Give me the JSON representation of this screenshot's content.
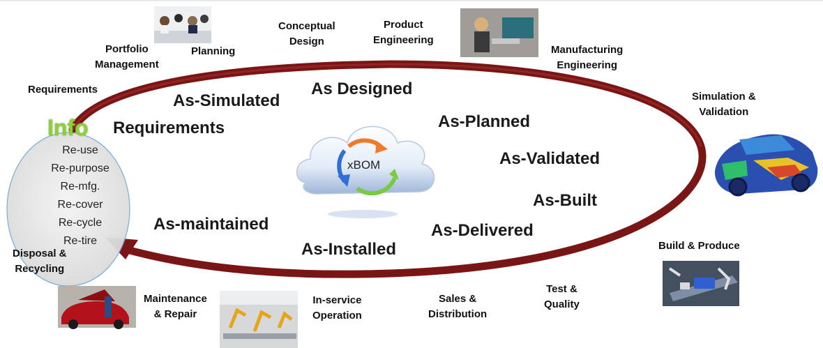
{
  "center": {
    "label": "xBOM"
  },
  "info": {
    "title": "Info",
    "items": [
      "Re-use",
      "Re-purpose",
      "Re-mfg.",
      "Re-cover",
      "Re-cycle",
      "Re-tire"
    ]
  },
  "states": {
    "as_simulated": "As-Simulated",
    "as_designed": "As Designed",
    "requirements": "Requirements",
    "as_planned": "As-Planned",
    "as_validated": "As-Validated",
    "as_built": "As-Built",
    "as_delivered": "As-Delivered",
    "as_installed": "As-Installed",
    "as_maintained": "As-maintained"
  },
  "stages": {
    "requirements": "Requirements",
    "portfolio": [
      "Portfolio",
      "Management"
    ],
    "planning": "Planning",
    "conceptual": [
      "Conceptual",
      "Design"
    ],
    "product_eng": [
      "Product",
      "Engineering"
    ],
    "manufacturing_eng": [
      "Manufacturing",
      "Engineering"
    ],
    "simulation": [
      "Simulation &",
      "Validation"
    ],
    "build": "Build & Produce",
    "test": [
      "Test &",
      "Quality"
    ],
    "sales": [
      "Sales &",
      "Distribution"
    ],
    "inservice": [
      "In-service",
      "Operation"
    ],
    "maintenance": [
      "Maintenance",
      "& Repair"
    ],
    "disposal": [
      "Disposal &",
      "Recycling"
    ]
  },
  "colors": {
    "loop": "#7a1515",
    "info_title": "#8fcf3c",
    "arrow_orange": "#f07a2a",
    "arrow_green": "#7ac943",
    "arrow_blue": "#2f6fd6"
  },
  "icons": [
    "cloud-icon",
    "cycle-arrows-icon",
    "car-simulation-image",
    "robot-line-image",
    "meeting-photo",
    "engineer-photo",
    "car-repair-photo",
    "factory-photo"
  ]
}
